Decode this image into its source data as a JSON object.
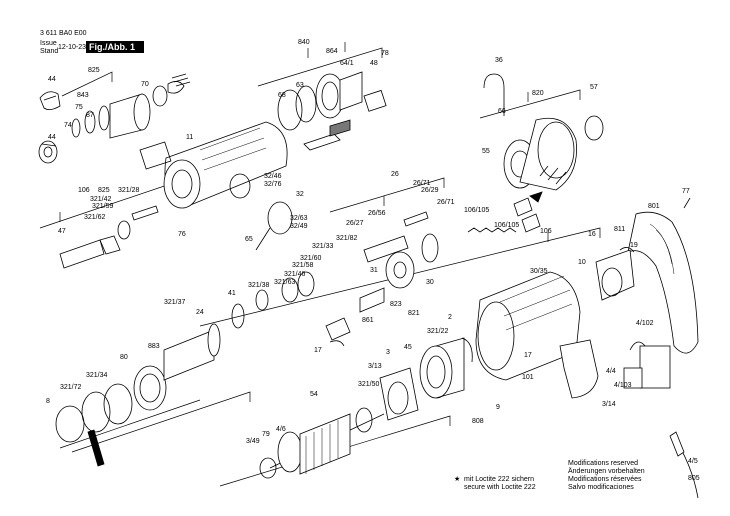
{
  "header": {
    "doc_number": "3 611 BA0 E00",
    "issue_label": "Issue",
    "stand_label": "Stand",
    "date": "12-10-23",
    "figure_tag": "Fig./Abb. 1"
  },
  "labels": [
    "840",
    "864",
    "64/1",
    "78",
    "48",
    "825",
    "44",
    "843",
    "70",
    "75",
    "87",
    "74",
    "68",
    "63",
    "44",
    "11",
    "36",
    "820",
    "57",
    "66",
    "55",
    "106",
    "825",
    "321/28",
    "321/42",
    "321/59",
    "321/62",
    "47",
    "32/46",
    "32/76",
    "32",
    "26/71",
    "26",
    "26/29",
    "26/56",
    "26/71",
    "106/105",
    "106/105",
    "106",
    "26/27",
    "77",
    "32/63",
    "32/49",
    "76",
    "65",
    "321/82",
    "321/33",
    "321/60",
    "321/58",
    "321/46",
    "321/63",
    "321/38",
    "41",
    "801",
    "16",
    "811",
    "19",
    "10",
    "30/35",
    "31",
    "30",
    "823",
    "821",
    "321/37",
    "24",
    "861",
    "17",
    "2",
    "321/22",
    "883",
    "80",
    "45",
    "3",
    "54",
    "3/13",
    "321/50",
    "321/34",
    "321/72",
    "8",
    "17",
    "808",
    "9",
    "101",
    "4/102",
    "4/4",
    "4/103",
    "3/14",
    "3/49",
    "79",
    "4/6",
    "4/5",
    "805"
  ],
  "notes": {
    "modifications": [
      "Modifications reserved",
      "Änderungen vorbehalten",
      "Modifications réservées",
      "Salvo modificaciones"
    ],
    "loctite": [
      "mit Loctite 222 sichern",
      "secure with Loctite 222"
    ],
    "loctite_star": "★"
  }
}
